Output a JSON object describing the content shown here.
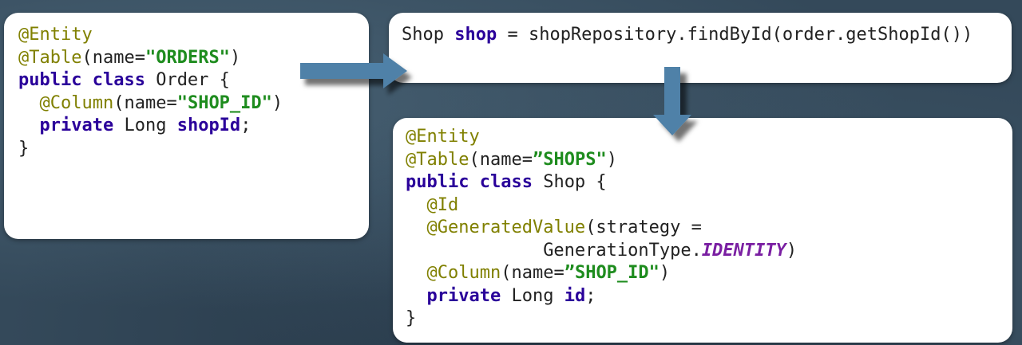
{
  "order_box": {
    "line1": "@Entity",
    "line2_ann": "@Table",
    "line2_open": "(name=",
    "line2_str": "\"ORDERS\"",
    "line2_close": ")",
    "line3_kw": "public class",
    "line3_rest": " Order {",
    "line4_ann": "@Column",
    "line4_open": "(name=",
    "line4_str": "\"SHOP_ID\"",
    "line4_close": ")",
    "line5_kw": "private",
    "line5_mid": " Long ",
    "line5_fld": "shopId",
    "line5_end": ";",
    "line6": "}"
  },
  "repo_box": {
    "type": "Shop ",
    "var": "shop",
    "rest": " = shopRepository.findById(order.getShopId())"
  },
  "shop_box": {
    "line1": "@Entity",
    "line2_ann": "@Table",
    "line2_open": "(name=",
    "line2_str": "”SHOPS\"",
    "line2_close": ")",
    "line3_kw": "public class",
    "line3_rest": " Shop {",
    "line4_ann": "@Id",
    "line5_ann": "@GeneratedValue",
    "line5_rest": "(strategy =",
    "line6_type": "GenerationType.",
    "line6_ital": "IDENTITY",
    "line6_close": ")",
    "line7_ann": "@Column",
    "line7_open": "(name=",
    "line7_str": "”SHOP_ID\"",
    "line7_close": ")",
    "line8_kw": "private",
    "line8_mid": " Long ",
    "line8_fld": "id",
    "line8_end": ";",
    "line9": "}"
  },
  "colors": {
    "annotation": "#808000",
    "keyword": "#2a009a",
    "string": "#1e8c1e",
    "arrow": "#4f81a8"
  }
}
